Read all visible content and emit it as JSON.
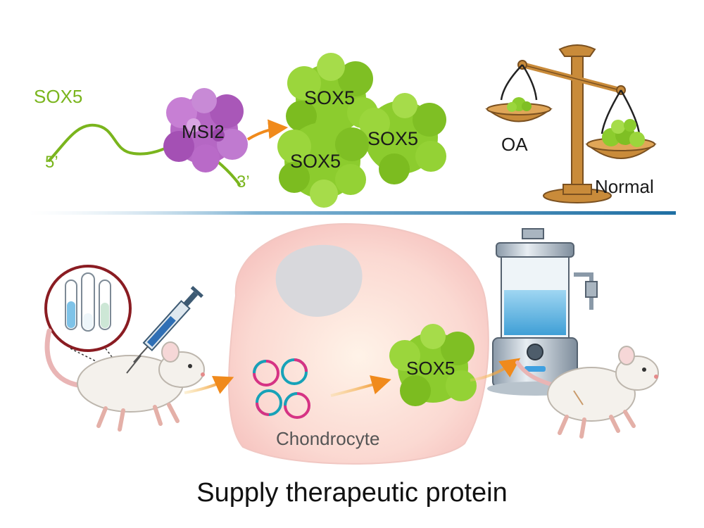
{
  "labels": {
    "mrna_name": "SOX5",
    "five_prime": "5’",
    "three_prime": "3’",
    "binding_protein": "MSI2",
    "protein_a": "SOX5",
    "protein_b": "SOX5",
    "protein_c": "SOX5",
    "oa": "OA",
    "normal": "Normal",
    "cell": "Chondrocyte",
    "cell_protein": "SOX5",
    "caption": "Supply therapeutic protein"
  },
  "colors": {
    "mrna": "#7ab51d",
    "msi2": "#b567c4",
    "sox5": "#8ccc2e",
    "scale": "#c98b3a",
    "arrow": "#f0a020",
    "divider": "#1f73a8",
    "tube_liquid": "#7fc3e8"
  },
  "icons": [
    "syringe-icon",
    "test-tube-icon",
    "mouse-icon",
    "bioreactor-icon",
    "balance-scale-icon",
    "plasmid-icon"
  ]
}
